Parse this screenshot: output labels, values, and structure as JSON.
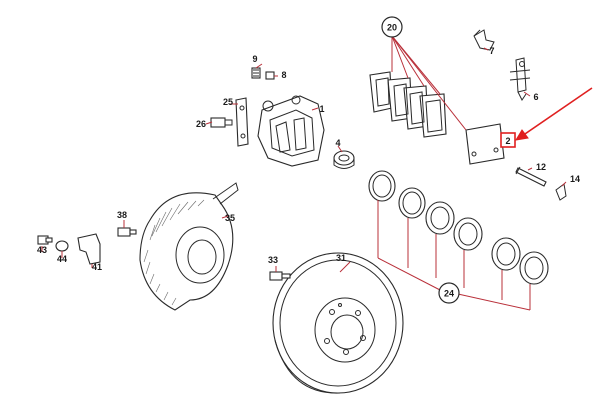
{
  "diagram": {
    "part_labels": {
      "p1": "1",
      "p2": "2",
      "p4": "4",
      "p6": "6",
      "p7": "7",
      "p8": "8",
      "p9": "9",
      "p12": "12",
      "p14": "14",
      "p20": "20",
      "p24": "24",
      "p25": "25",
      "p26": "26",
      "p31": "31",
      "p33": "33",
      "p35": "35",
      "p38": "38",
      "p41": "41",
      "p43": "43",
      "p44": "44"
    },
    "colors": {
      "leader_lines": "#b9303a",
      "parts_outline": "#2a2a2a",
      "highlight_box": "#e02020",
      "pointer_arrow": "#e02020"
    },
    "highlighted_part": "2"
  }
}
